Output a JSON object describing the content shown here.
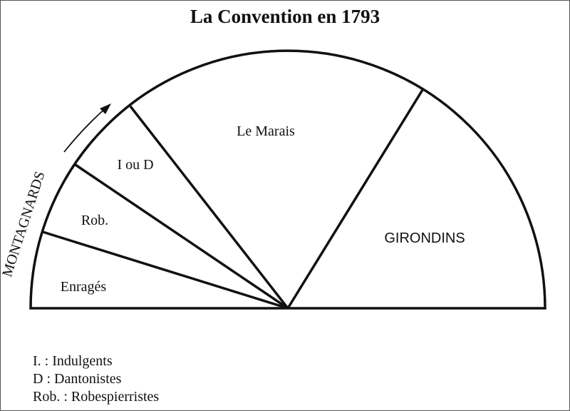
{
  "title": "La Convention en 1793",
  "group_label": "MONTAGNARDS",
  "sections": [
    {
      "id": "enrages",
      "label": "Enragés"
    },
    {
      "id": "robespierristes",
      "label": "Rob."
    },
    {
      "id": "indulgents-dantonistes",
      "label": "I ou D"
    },
    {
      "id": "marais",
      "label": "Le Marais"
    },
    {
      "id": "girondins",
      "label": "GIRONDINS"
    }
  ],
  "legend": [
    "I. : Indulgents",
    "D : Dantonistes",
    "Rob. : Robespierristes"
  ],
  "colors": {
    "line": "#111111",
    "text": "#111111"
  }
}
